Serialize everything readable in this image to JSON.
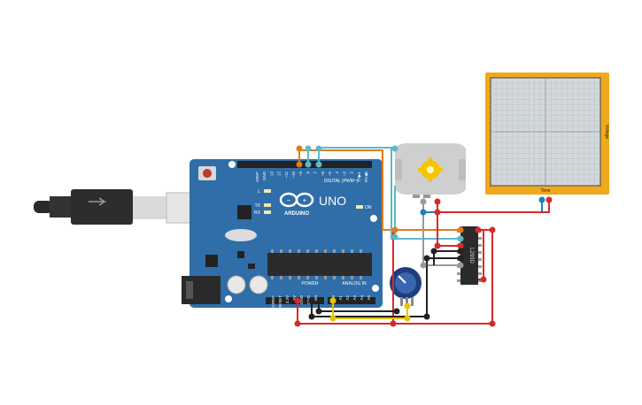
{
  "arduino": {
    "brand": "UNO",
    "logo_text": "ARDUINO",
    "header_digital": "DIGITAL (PWM~)",
    "header_power": "POWER",
    "header_analog": "ANALOG IN",
    "digital_pins": [
      "AREF",
      "GND",
      "13",
      "12",
      "~11",
      "~10",
      "~9",
      "8",
      "7",
      "~6",
      "~5",
      "4",
      "~3",
      "2",
      "TX▶1",
      "RX◀0"
    ],
    "power_pins": [
      "IOREF",
      "RESET",
      "3.3V",
      "5V",
      "GND",
      "GND",
      "Vin"
    ],
    "analog_pins": [
      "A0",
      "A1",
      "A2",
      "A3",
      "A4",
      "A5"
    ],
    "led_labels": [
      "L",
      "TX",
      "RX"
    ],
    "on_label": "ON"
  },
  "oscilloscope": {
    "x_label": "Time",
    "y_label": "Voltage"
  },
  "driver_ic": {
    "label": "L293D"
  },
  "colors": {
    "board": "#2f6ea8",
    "wire_red": "#d62a2a",
    "wire_black": "#222222",
    "wire_orange": "#e07b1a",
    "wire_teal": "#5db9c8",
    "wire_yellow": "#e8c200",
    "wire_blue": "#1a7fbf",
    "scope_frame": "#f0a81c",
    "motor_body": "#cfcfcf",
    "motor_gear": "#f5c400"
  }
}
